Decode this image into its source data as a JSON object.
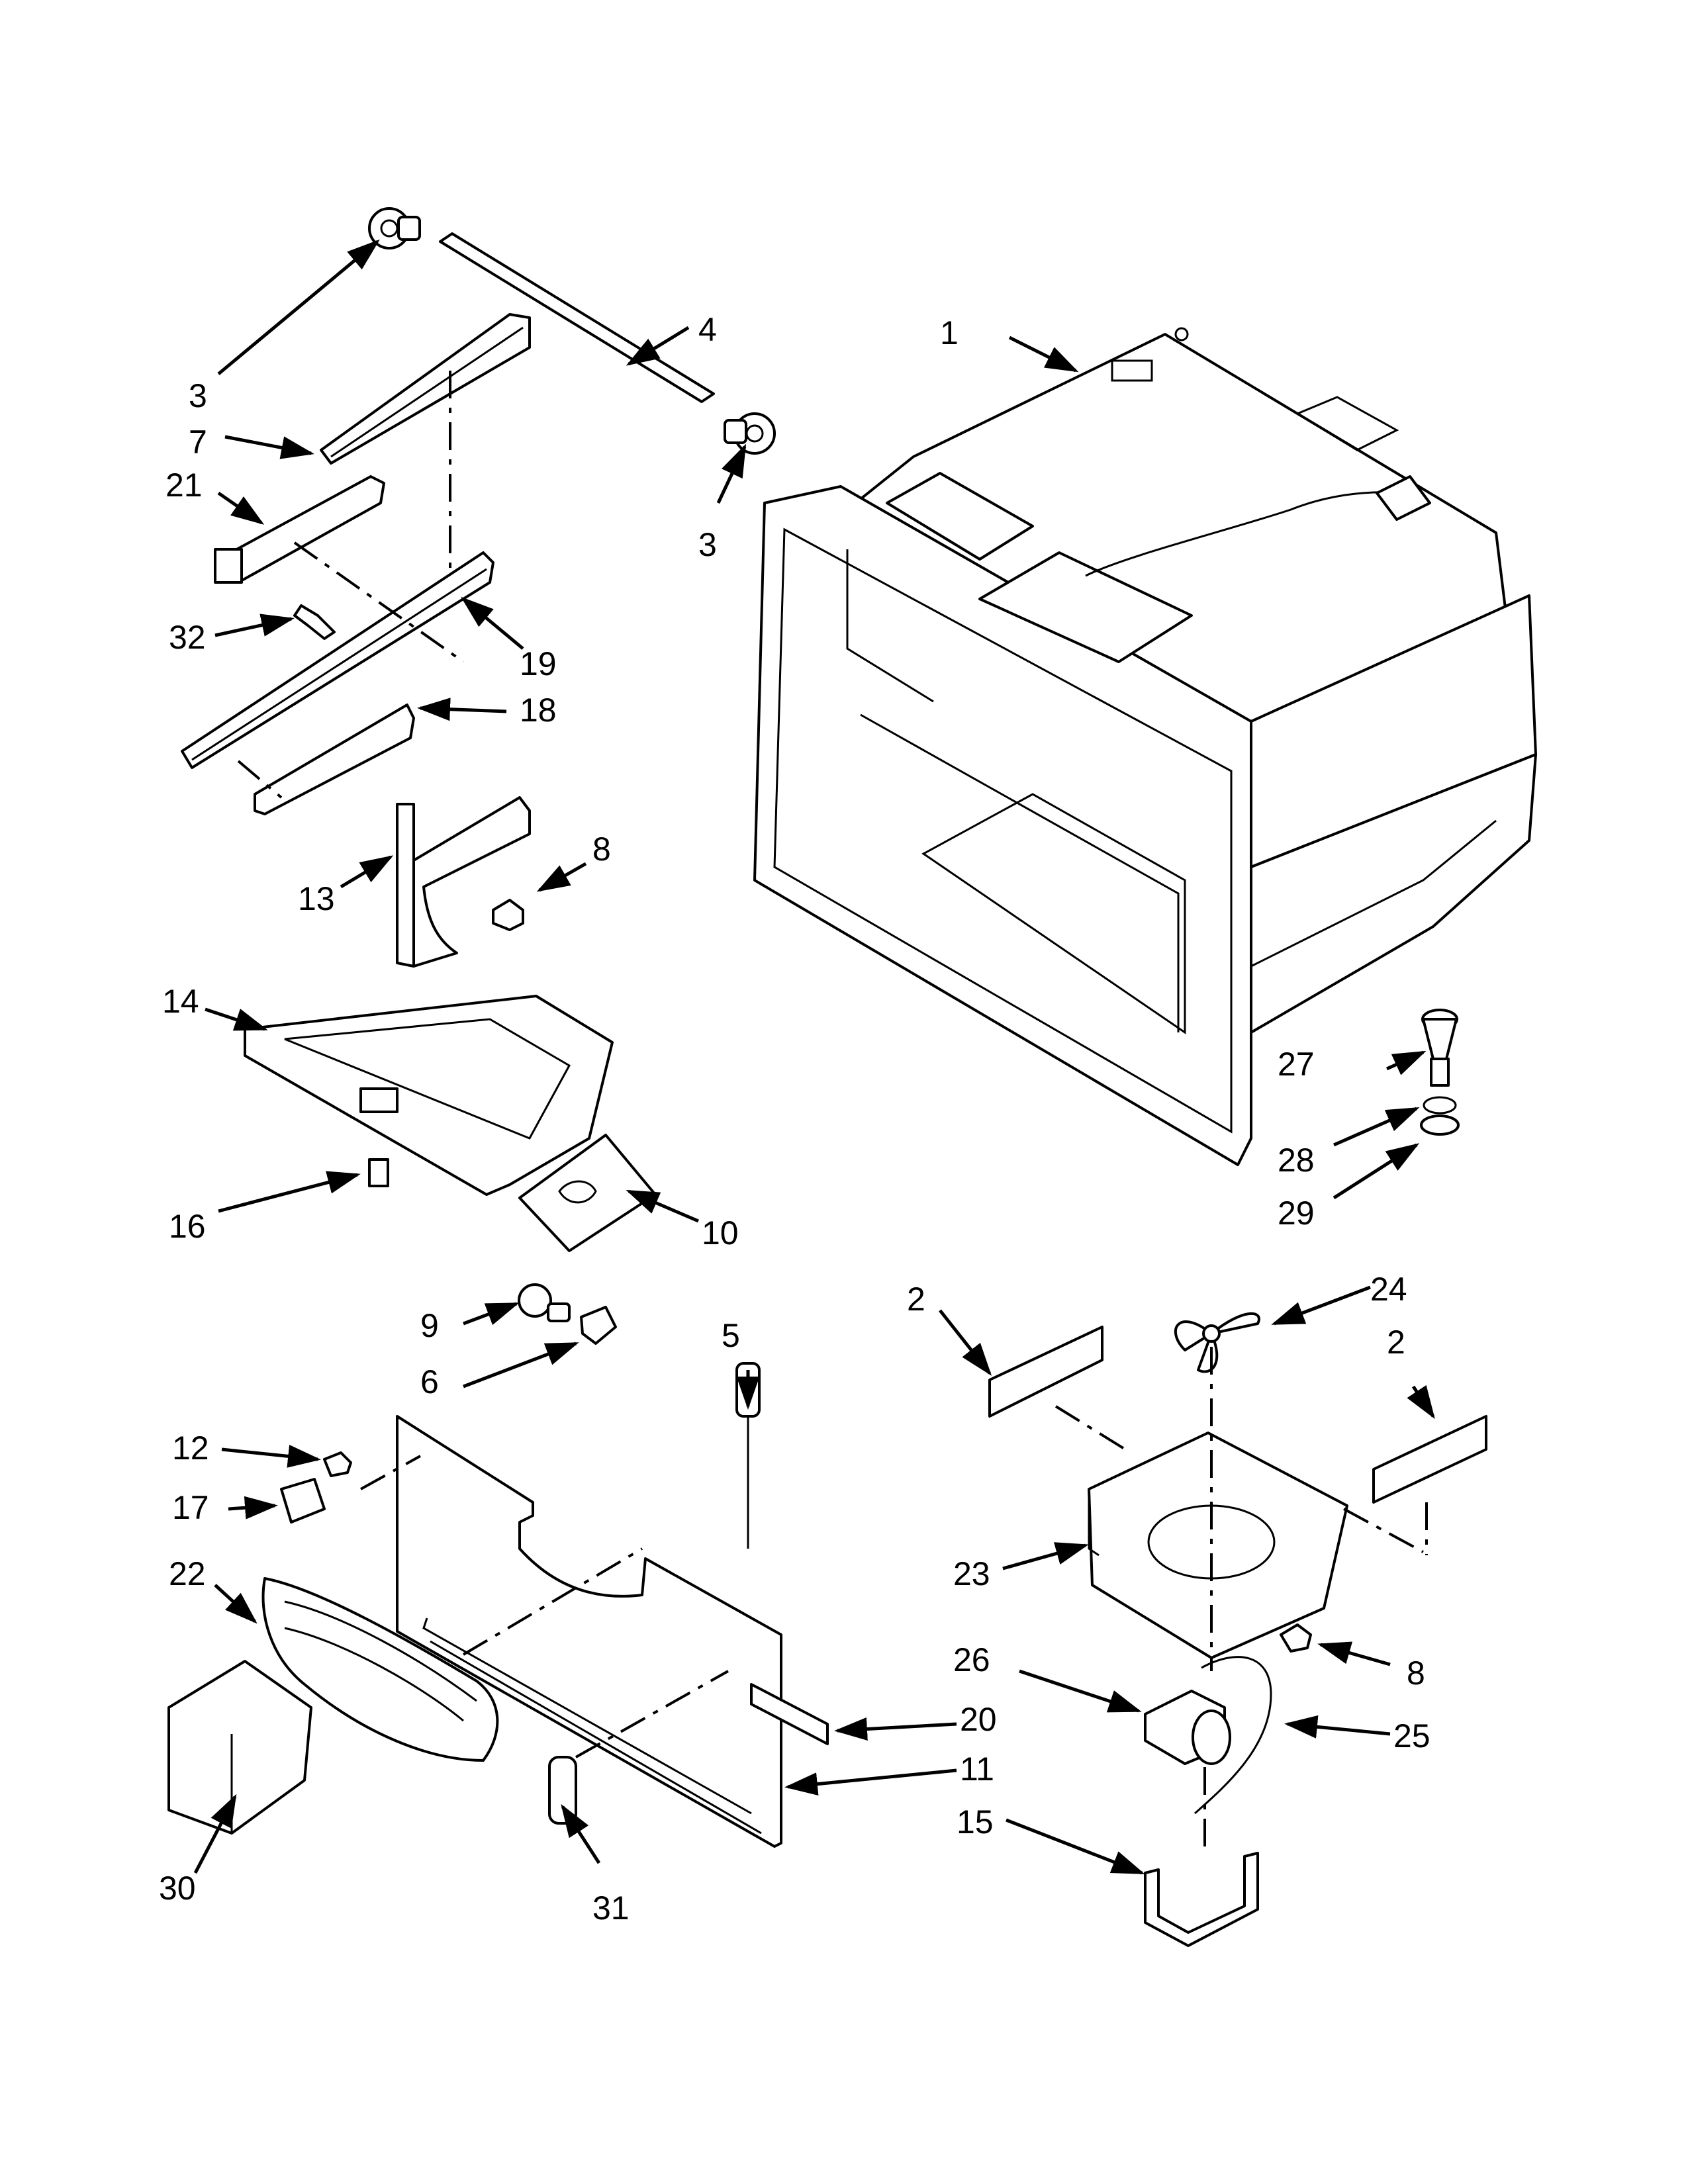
{
  "callouts": {
    "c1": "1",
    "c2a": "2",
    "c2b": "2",
    "c3a": "3",
    "c3b": "3",
    "c4": "4",
    "c5": "5",
    "c6": "6",
    "c7": "7",
    "c8a": "8",
    "c8b": "8",
    "c9": "9",
    "c10": "10",
    "c11": "11",
    "c12": "12",
    "c13": "13",
    "c14": "14",
    "c15": "15",
    "c16": "16",
    "c17": "17",
    "c18": "18",
    "c19": "19",
    "c20": "20",
    "c21": "21",
    "c22": "22",
    "c23": "23",
    "c24": "24",
    "c25": "25",
    "c26": "26",
    "c27": "27",
    "c28": "28",
    "c29": "29",
    "c30": "30",
    "c31": "31",
    "c32": "32"
  },
  "colors": {
    "ink": "#000000",
    "paper": "#ffffff"
  }
}
